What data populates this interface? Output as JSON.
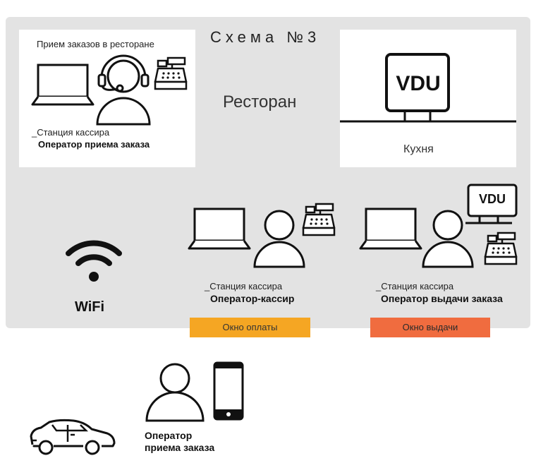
{
  "scheme": {
    "title": "Схема №3",
    "area_label": "Ресторан"
  },
  "reception": {
    "title": "Прием заказов в ресторане",
    "station": "_Станция кассира",
    "operator": "Оператор приема заказа"
  },
  "kitchen": {
    "screen_label": "VDU",
    "label": "Кухня"
  },
  "wifi": {
    "label": "WiFi"
  },
  "cashier": {
    "station": "_Станция кассира",
    "operator": "Оператор-кассир",
    "window": "Окно оплаты"
  },
  "issue": {
    "station": "_Станция кассира",
    "operator": "Оператор выдачи заказа",
    "screen_label": "VDU",
    "window": "Окно выдачи"
  },
  "drive": {
    "operator_line1": "Оператор",
    "operator_line2": "приема заказа"
  },
  "colors": {
    "payment_window": "#f5a623",
    "issue_window": "#f06c3f",
    "panel_bg": "#e3e3e3"
  },
  "icons": [
    "laptop-icon",
    "headset-person-icon",
    "cash-register-icon",
    "vdu-monitor-icon",
    "wifi-icon",
    "person-icon",
    "smartphone-icon",
    "car-icon"
  ]
}
